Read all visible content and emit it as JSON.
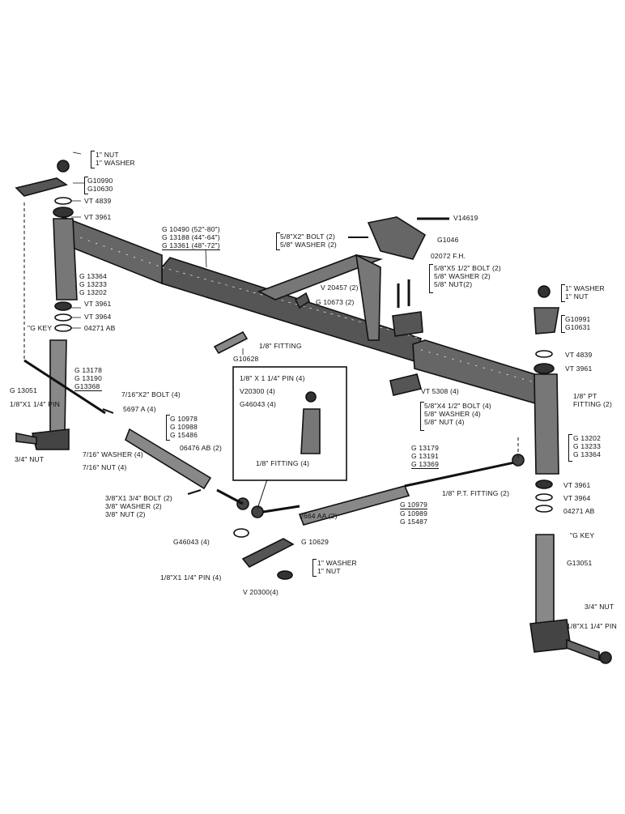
{
  "labels": {
    "top_nut": "1\" NUT",
    "top_washer": "1\" WASHER",
    "g10990": "G10990",
    "g10630": "G10630",
    "vt4839_l": "VT 4839",
    "vt3961_l": "VT 3961",
    "g13364_l": "G 13364",
    "g13233_l": "G 13233",
    "g13202_l": "G 13202",
    "vt3961_l2": "VT 3961",
    "vt3964_l": "VT 3964",
    "o4271ab_l": "04271 AB",
    "gkey_l": "\"G KEY",
    "g13178": "G 13178",
    "g13190": "G 13190",
    "g13368": "G13368",
    "g13051_l": "G 13051",
    "pin_l": "1/8\"X1 1/4\" PIN",
    "nut34_l": "3/4\" NUT",
    "bolt716": "7/16\"X2\" BOLT (4)",
    "p5697": "5697 A (4)",
    "washer716": "7/16\" WASHER (4)",
    "nut716": "7/16\" NUT (4)",
    "g10978": "G 10978",
    "g10988": "G 10988",
    "g15486": "G 15486",
    "p06476": "06476 AB (2)",
    "bolt38": "3/8\"X1 3/4\" BOLT (2)",
    "washer38": "3/8\" WASHER (2)",
    "nut38": "3/8\" NUT (2)",
    "g46043_b": "G46043 (4)",
    "g10629": "G 10629",
    "washer1_b": "1\" WASHER",
    "nut1_b": "1\" NUT",
    "pin_b": "1/8\"X1 1/4\" PIN (4)",
    "v20300_b": "V 20300(4)",
    "p2664": "2664 AA (2)",
    "g10979": "G 10979",
    "g10989": "G 10989",
    "g15487": "G 15487",
    "g13179": "G 13179",
    "g13191": "G 13191",
    "g13369": "G 13369",
    "ptfit_b": "1/8\" P.T. FITTING (2)",
    "axle_1": "G 10490  (52\"-80\")",
    "axle_2": "G 13188  (44\"-64\")",
    "axle_3": "G 13361  (48\"-72\")",
    "bolt58": "5/8\"X2\" BOLT (2)",
    "washer58": "5/8\" WASHER (2)",
    "v14619": "V14619",
    "g1046": "G1046",
    "p02072": "02072 F.H.",
    "v20457": "V 20457 (2)",
    "g10673": "G 10673 (2)",
    "bolt58b": "5/8\"X5 1/2\" BOLT (2)",
    "washer58b": "5/8\" WASHER (2)",
    "nut58b": "5/8\" NUT(2)",
    "fit_c": "1/8\" FITTING",
    "g10628": "G10628",
    "vt5308": "VT 5308 (4)",
    "bolt58c": "5/8\"X4 1/2\" BOLT (4)",
    "washer58c": "5/8\" WASHER (4)",
    "nut58c": "5/8\" NUT (4)",
    "inset_pin": "1/8\" X 1 1/4\" PIN (4)",
    "inset_v20300": "V20300 (4)",
    "inset_g46043": "G46043 (4)",
    "inset_fit": "1/8\" FITTING (4)",
    "washer1_r": "1\" WASHER",
    "nut1_r": "1\" NUT",
    "g10991": "G10991",
    "g10631": "G10631",
    "vt4839_r": "VT 4839",
    "vt3961_r": "VT 3961",
    "ptfit_r1": "1/8\" PT",
    "ptfit_r2": "FITTING (2)",
    "g13202_r": "G 13202",
    "g13233_r": "G 13233",
    "g13364_r": "G 13364",
    "vt3961_r2": "VT 3961",
    "vt3964_r": "VT 3964",
    "o4271ab_r": "04271 AB",
    "gkey_r": "\"G KEY",
    "g13051_r": "G13051",
    "nut34_r": "3/4\" NUT",
    "pin_r": "1/8\"X1 1/4\" PIN"
  }
}
